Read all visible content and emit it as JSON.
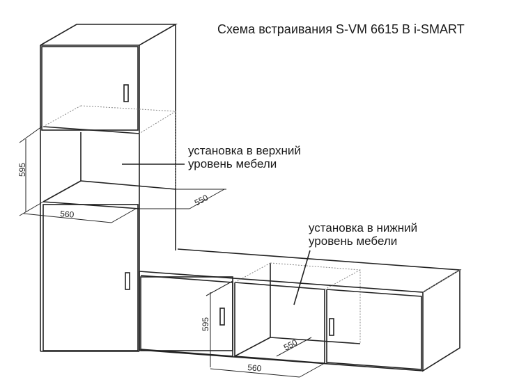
{
  "title": "Схема встраивания S-VM 6615 B i-SMART",
  "upper_install": {
    "line1": "установка в верхний",
    "line2": "уровень мебели"
  },
  "lower_install": {
    "line1": "установка в нижний",
    "line2": "уровень мебели"
  },
  "upper_dims": {
    "height": "595",
    "width": "560",
    "depth": "550"
  },
  "lower_dims": {
    "height": "595",
    "width": "560",
    "depth": "550"
  },
  "colors": {
    "line": "#222222",
    "dotted": "#888888"
  }
}
